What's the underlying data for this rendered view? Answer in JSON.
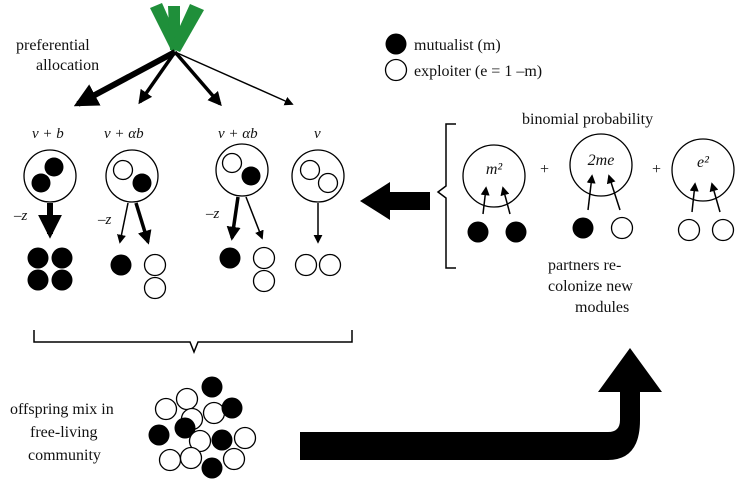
{
  "top": {
    "allocation_label_line1": "preferential",
    "allocation_label_line2": "allocation",
    "modules": [
      {
        "payoff": "v + b",
        "cost": "–z"
      },
      {
        "payoff": "v + αb",
        "cost": "–z"
      },
      {
        "payoff": "v + αb",
        "cost": "–z"
      },
      {
        "payoff": "v",
        "cost": ""
      }
    ]
  },
  "legend": {
    "mutualist": "mutualist (m)",
    "exploiter": "exploiter (e = 1 –m)"
  },
  "binomial": {
    "title": "binomial probability",
    "terms": [
      "m²",
      "2me",
      "e²"
    ],
    "plus": "+",
    "caption_line1": "partners re-",
    "caption_line2": "colonize new",
    "caption_line3": "modules"
  },
  "community": {
    "line1": "offspring mix in",
    "line2": "free-living",
    "line3": "community"
  },
  "colors": {
    "plant": "#1f8f3a",
    "mutualist": "#000000",
    "exploiter": "#ffffff",
    "stroke": "#000000"
  }
}
